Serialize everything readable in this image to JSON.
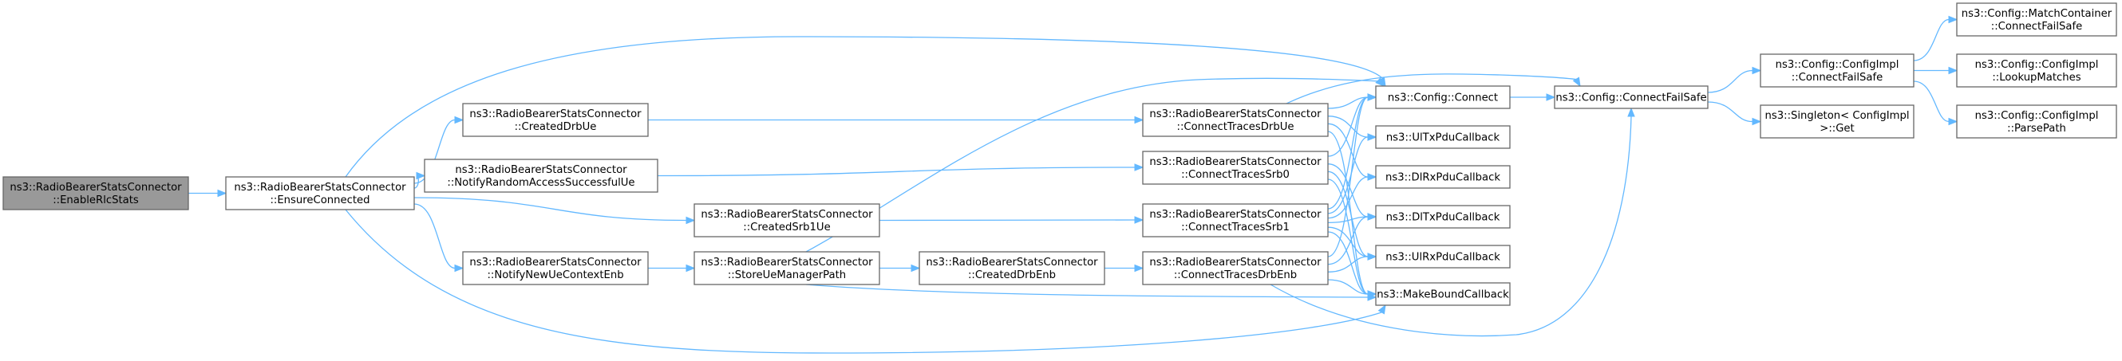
{
  "nodes": {
    "enable_rlc_stats": [
      "ns3::RadioBearerStatsConnector",
      "::EnableRlcStats"
    ],
    "ensure_connected": [
      "ns3::RadioBearerStatsConnector",
      "::EnsureConnected"
    ],
    "created_drb_ue": [
      "ns3::RadioBearerStatsConnector",
      "::CreatedDrbUe"
    ],
    "notify_random_access": [
      "ns3::RadioBearerStatsConnector",
      "::NotifyRandomAccessSuccessfulUe"
    ],
    "notify_new_ue_context": [
      "ns3::RadioBearerStatsConnector",
      "::NotifyNewUeContextEnb"
    ],
    "created_srb1_ue": [
      "ns3::RadioBearerStatsConnector",
      "::CreatedSrb1Ue"
    ],
    "store_ue_manager_path": [
      "ns3::RadioBearerStatsConnector",
      "::StoreUeManagerPath"
    ],
    "created_drb_enb": [
      "ns3::RadioBearerStatsConnector",
      "::CreatedDrbEnb"
    ],
    "connect_traces_drb_ue": [
      "ns3::RadioBearerStatsConnector",
      "::ConnectTracesDrbUe"
    ],
    "connect_traces_srb0": [
      "ns3::RadioBearerStatsConnector",
      "::ConnectTracesSrb0"
    ],
    "connect_traces_srb1": [
      "ns3::RadioBearerStatsConnector",
      "::ConnectTracesSrb1"
    ],
    "connect_traces_drb_enb": [
      "ns3::RadioBearerStatsConnector",
      "::ConnectTracesDrbEnb"
    ],
    "config_connect": [
      "ns3::Config::Connect"
    ],
    "ul_tx_pdu": [
      "ns3::UlTxPduCallback"
    ],
    "dl_rx_pdu": [
      "ns3::DlRxPduCallback"
    ],
    "dl_tx_pdu": [
      "ns3::DlTxPduCallback"
    ],
    "ul_rx_pdu": [
      "ns3::UlRxPduCallback"
    ],
    "make_bound": [
      "ns3::MakeBoundCallback"
    ],
    "config_connect_fail_safe": [
      "ns3::Config::ConnectFailSafe"
    ],
    "config_impl_connect_fail_safe": [
      "ns3::Config::ConfigImpl",
      "::ConnectFailSafe"
    ],
    "singleton_get": [
      "ns3::Singleton< ConfigImpl",
      " >::Get"
    ],
    "match_container": [
      "ns3::Config::MatchContainer",
      "::ConnectFailSafe"
    ],
    "lookup_matches": [
      "ns3::Config::ConfigImpl",
      "::LookupMatches"
    ],
    "parse_path": [
      "ns3::Config::ConfigImpl",
      "::ParsePath"
    ]
  },
  "colors": {
    "edge": "#63b8ff",
    "root_fill": "#999999",
    "node_fill": "#ffffff",
    "node_border": "#666666"
  }
}
